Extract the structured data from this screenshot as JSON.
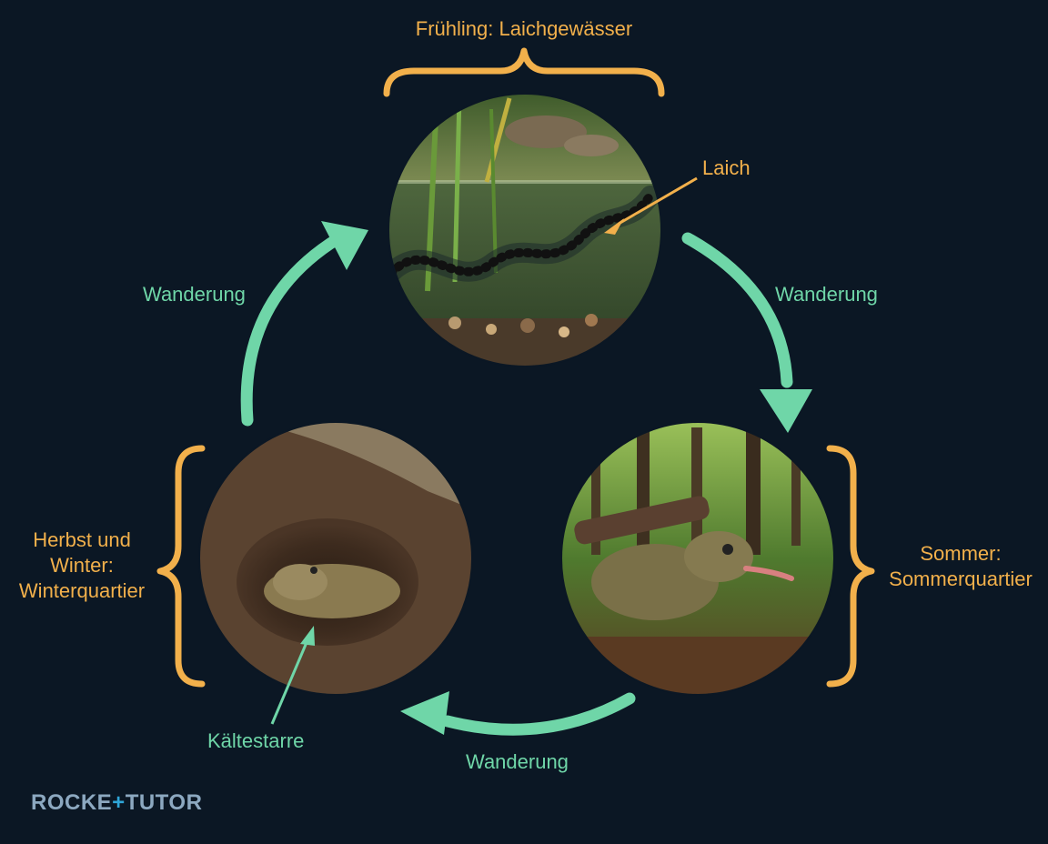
{
  "stages": {
    "spring": {
      "label": "Frühling: Laichgewässer",
      "annotation": "Laich"
    },
    "summer": {
      "label": "Sommer: Sommerquartier",
      "line1": "Sommer:",
      "line2": "Sommerquartier"
    },
    "autumn_winter": {
      "line1": "Herbst und",
      "line2": "Winter:",
      "line3": "Winterquartier",
      "annotation": "Kältestarre"
    }
  },
  "migrations": {
    "left": "Wanderung",
    "right": "Wanderung",
    "bottom": "Wanderung"
  },
  "brand": {
    "part1": "ROCKE",
    "plus": "+",
    "part2": "TUTOR"
  },
  "colors": {
    "background": "#0b1724",
    "arrow_green": "#6fd6a8",
    "bracket_orange": "#f2b04b"
  }
}
